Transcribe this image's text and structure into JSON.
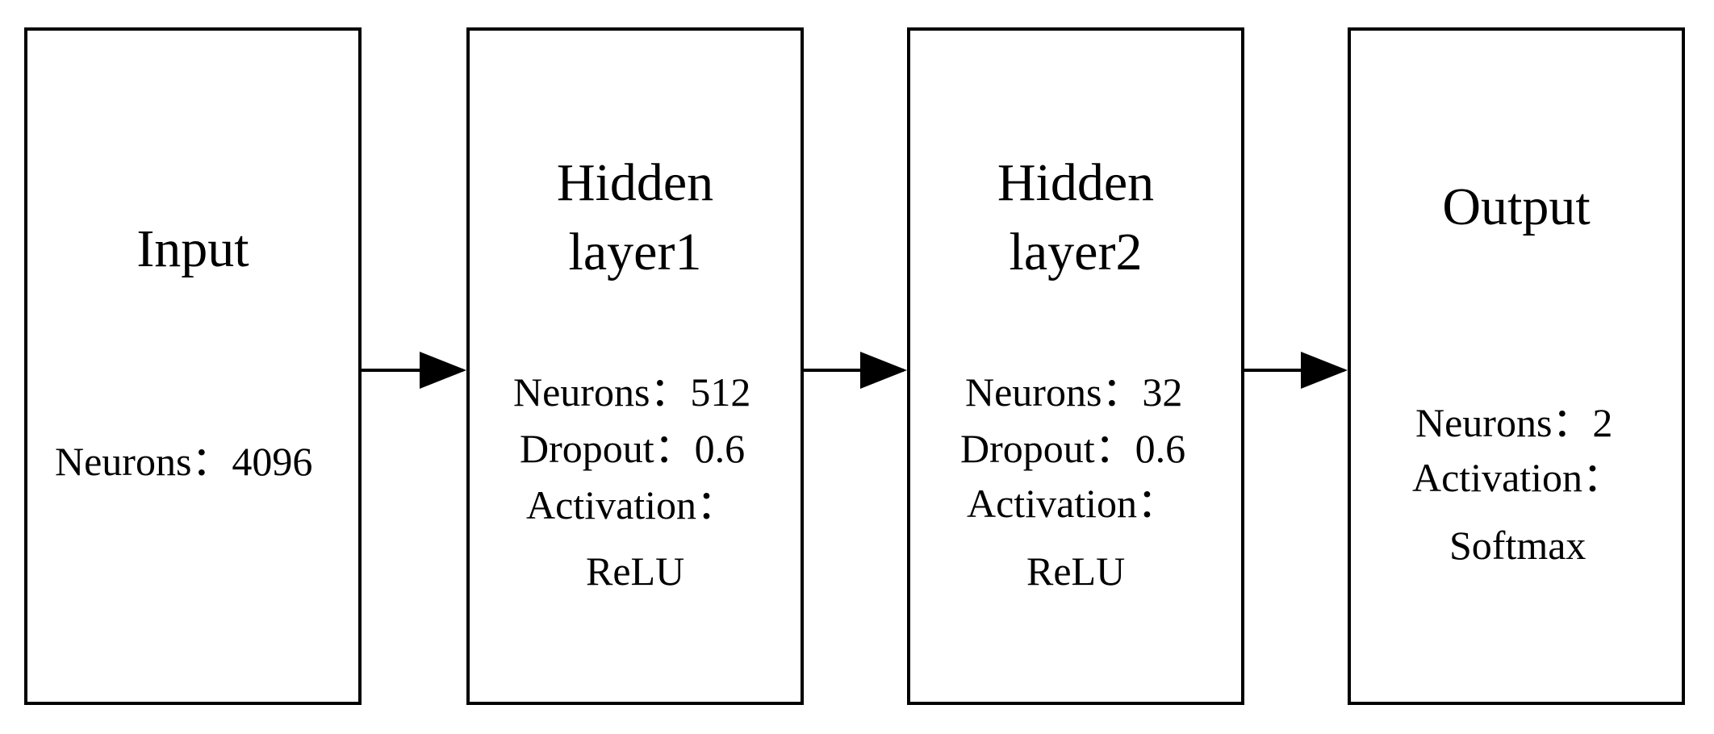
{
  "layers": {
    "input": {
      "title": "Input",
      "neurons": "Neurons：4096"
    },
    "hidden1": {
      "title_line1": "Hidden",
      "title_line2": "layer1",
      "neurons": "Neurons：512",
      "dropout": "Dropout：0.6",
      "activation_label": "Activation：",
      "activation_value": "ReLU"
    },
    "hidden2": {
      "title_line1": "Hidden",
      "title_line2": "layer2",
      "neurons": "Neurons：32",
      "dropout": "Dropout：0.6",
      "activation_label": "Activation：",
      "activation_value": "ReLU"
    },
    "output": {
      "title": "Output",
      "neurons": "Neurons：2",
      "activation_label": "Activation：",
      "activation_value": "Softmax"
    }
  },
  "colors": {
    "stroke": "#000000",
    "background": "#ffffff"
  }
}
